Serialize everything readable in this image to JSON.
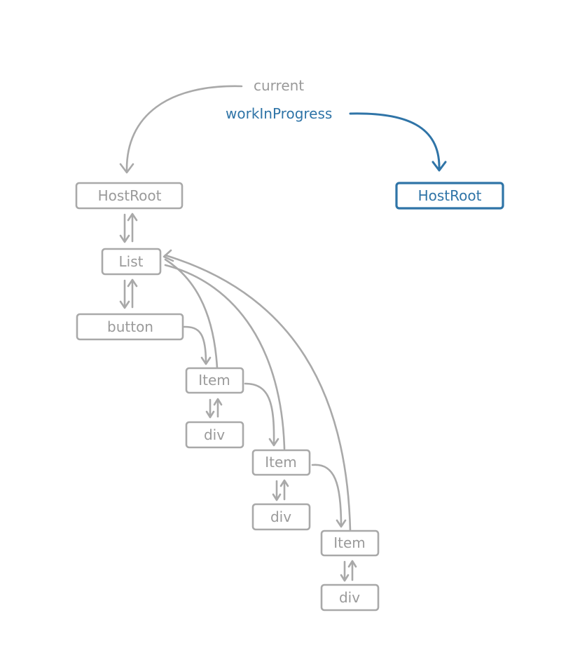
{
  "labels": {
    "current": "current",
    "work_in_progress": "workInProgress"
  },
  "nodes": {
    "current_root": "HostRoot",
    "wip_root": "HostRoot",
    "list": "List",
    "button": "button",
    "item_1": "Item",
    "div_1": "div",
    "item_2": "Item",
    "div_2": "div",
    "item_3": "Item",
    "div_3": "div"
  },
  "colors": {
    "current_tree": "#a9a9a9",
    "work_in_progress_tree": "#2f74a7",
    "background": "#ffffff"
  }
}
